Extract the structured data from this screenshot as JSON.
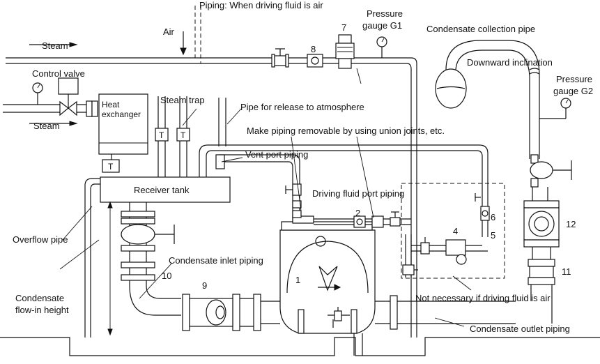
{
  "labels": {
    "piping_air": "Piping: When driving fluid is air",
    "air": "Air",
    "steam_top": "Steam",
    "steam_left": "Steam",
    "control_valve": "Control valve",
    "heat_exchanger_1": "Heat",
    "heat_exchanger_2": "exchanger",
    "steam_trap": "Steam trap",
    "release_atmosphere": "Pipe for release to atmosphere",
    "union_joints": "Make piping removable by using union joints, etc.",
    "vent_port": "Vent port piping",
    "receiver_tank": "Receiver tank",
    "driving_fluid_port": "Driving fluid port piping",
    "overflow_pipe": "Overflow pipe",
    "condensate_inlet": "Condensate inlet piping",
    "condensate_flowin_1": "Condensate",
    "condensate_flowin_2": "flow-in height",
    "not_necessary": "Not necessary if driving fluid is air",
    "condensate_outlet": "Condensate outlet piping",
    "pressure_g1_1": "Pressure",
    "pressure_g1_2": "gauge G1",
    "collection_pipe": "Condensate collection pipe",
    "downward": "Downward inclination",
    "pressure_g2_1": "Pressure",
    "pressure_g2_2": "gauge G2",
    "trap_letter": "T"
  },
  "numbers": {
    "n1": "1",
    "n2": "2",
    "n4": "4",
    "n5": "5",
    "n6": "6",
    "n7": "7",
    "n8": "8",
    "n9": "9",
    "n10": "10",
    "n11": "11",
    "n12": "12"
  }
}
